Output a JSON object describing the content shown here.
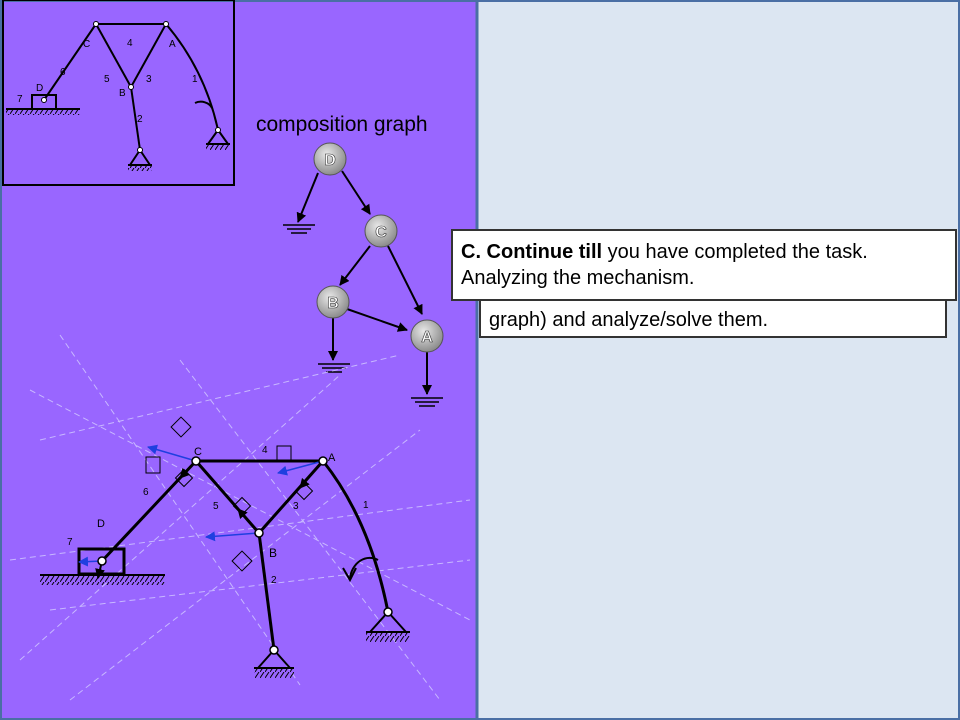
{
  "colors": {
    "background": "#9966ff",
    "right_panel": "#dce6f2",
    "panel_border": "#4a6fa5",
    "link": "#000000",
    "velocity_arrow": "#1f3fe0",
    "node_fill": "#b0b0b0"
  },
  "graph": {
    "title": "composition graph",
    "nodes": {
      "d": "D",
      "c": "C",
      "b": "B",
      "a": "A"
    }
  },
  "thumbnail": {
    "joints": {
      "c": "C",
      "a": "A",
      "b": "B",
      "d": "D"
    },
    "links": {
      "l1": "1",
      "l2": "2",
      "l3": "3",
      "l4": "4",
      "l5": "5",
      "l6": "6",
      "l7": "7"
    }
  },
  "mechanism": {
    "joints": {
      "c": "C",
      "a": "A",
      "b": "B",
      "d": "D"
    },
    "links": {
      "l1": "1",
      "l2": "2",
      "l3": "3",
      "l4": "4",
      "l5": "5",
      "l6": "6",
      "l7": "7"
    }
  },
  "callouts": {
    "back_text": "graph) and analyze/solve them.",
    "front_bold": "C. Continue till",
    "front_rest": " you have completed the task.",
    "front_line2": "Analyzing the mechanism."
  }
}
